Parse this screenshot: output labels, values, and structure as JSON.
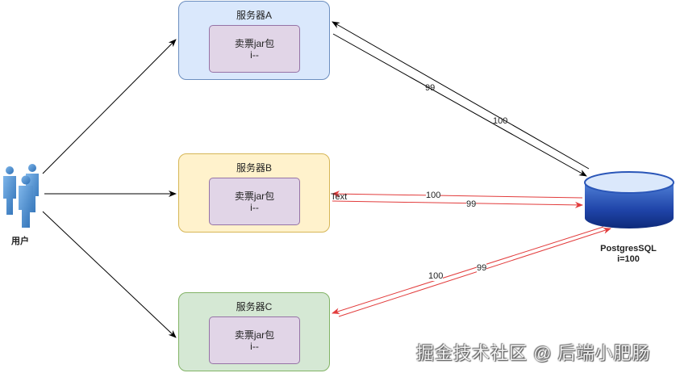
{
  "servers": [
    {
      "key": "a",
      "title": "服务器A",
      "jar_line1": "卖票jar包",
      "jar_line2": "i--"
    },
    {
      "key": "b",
      "title": "服务器B",
      "jar_line1": "卖票jar包",
      "jar_line2": "i--"
    },
    {
      "key": "c",
      "title": "服务器C",
      "jar_line1": "卖票jar包",
      "jar_line2": "i--"
    }
  ],
  "user": {
    "label": "用户",
    "icon": "users-icon"
  },
  "database": {
    "name": "PostgresSQL",
    "value": "i=100",
    "icon": "database-cylinder-icon"
  },
  "edge_labels": {
    "a_down": "99",
    "a_up": "100",
    "b_to_server": "100",
    "b_to_db": "99",
    "b_text": "Text",
    "c_to_server": "100",
    "c_to_db": "99"
  },
  "colors": {
    "black_arrow": "#000000",
    "red_arrow": "#e23c3c",
    "db_top": "#dae8fc",
    "db_body": "#1a3b8a"
  },
  "watermark": "掘金技术社区 @ 后端小肥肠"
}
